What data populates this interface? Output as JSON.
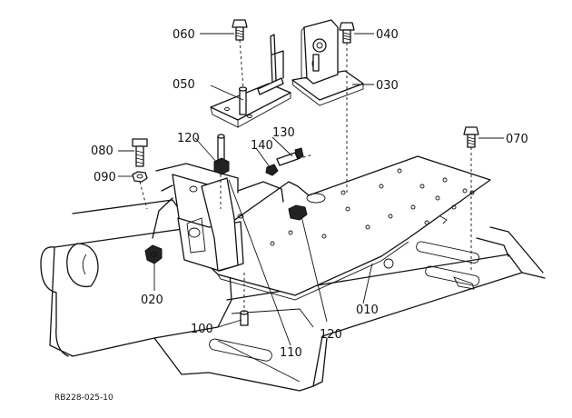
{
  "parts": [
    {
      "id": "p010",
      "label": "010"
    },
    {
      "id": "p020",
      "label": "020"
    },
    {
      "id": "p030",
      "label": "030"
    },
    {
      "id": "p040",
      "label": "040"
    },
    {
      "id": "p050",
      "label": "050"
    },
    {
      "id": "p060",
      "label": "060"
    },
    {
      "id": "p070",
      "label": "070"
    },
    {
      "id": "p080",
      "label": "080"
    },
    {
      "id": "p090",
      "label": "090"
    },
    {
      "id": "p100",
      "label": "100"
    },
    {
      "id": "p110",
      "label": "110"
    },
    {
      "id": "p120a",
      "label": "120"
    },
    {
      "id": "p120b",
      "label": "120"
    },
    {
      "id": "p130",
      "label": "130"
    },
    {
      "id": "p140",
      "label": "140"
    }
  ],
  "drawing_code": "RB228-025-10"
}
